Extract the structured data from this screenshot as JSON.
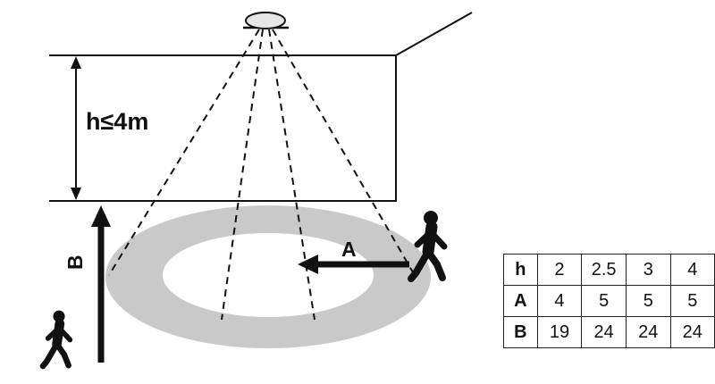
{
  "diagram": {
    "height_label": "h≤4m",
    "arrow_a_label": "A",
    "arrow_b_label": "B"
  },
  "colors": {
    "ink": "#111111",
    "ring_gray": "#c9c9c9"
  },
  "table": {
    "rows": [
      {
        "label": "h",
        "values": [
          "2",
          "2.5",
          "3",
          "4"
        ]
      },
      {
        "label": "A",
        "values": [
          "4",
          "5",
          "5",
          "5"
        ]
      },
      {
        "label": "B",
        "values": [
          "19",
          "24",
          "24",
          "24"
        ]
      }
    ]
  }
}
